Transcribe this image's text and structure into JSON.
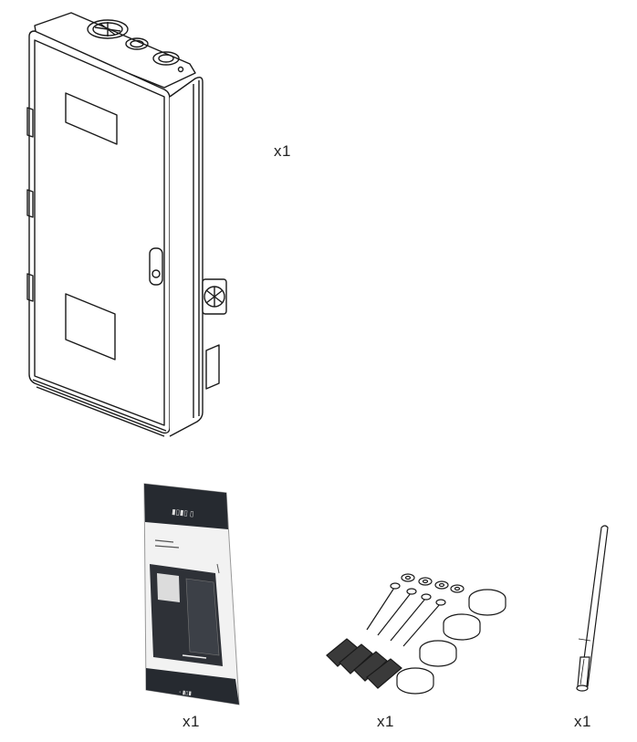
{
  "items": [
    {
      "name": "enclosure",
      "quantity_label": "x1"
    },
    {
      "name": "manual",
      "quantity_label": "x1"
    },
    {
      "name": "mounting-kit",
      "quantity_label": "x1"
    },
    {
      "name": "antenna",
      "quantity_label": "x1"
    }
  ],
  "colors": {
    "line": "#1a1a1a",
    "manual_dark": "#262a30",
    "manual_light": "#f2f2f2"
  }
}
